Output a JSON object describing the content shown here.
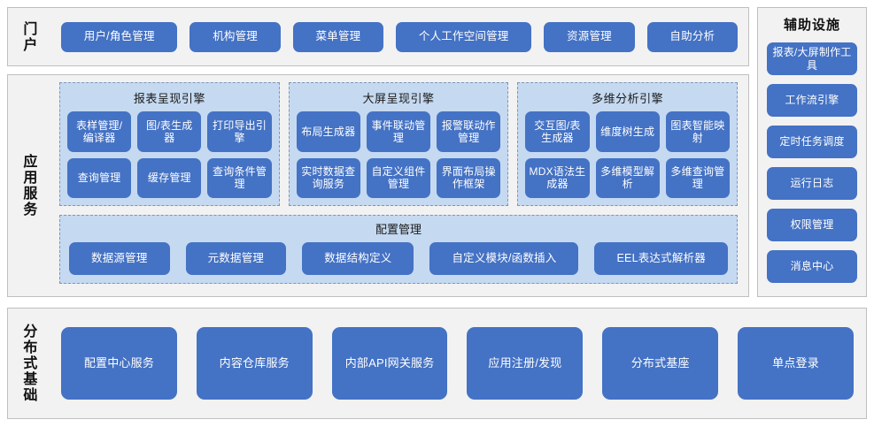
{
  "portal": {
    "label": "门户",
    "items": [
      "用户/角色管理",
      "机构管理",
      "菜单管理",
      "个人工作空间管理",
      "资源管理",
      "自助分析"
    ]
  },
  "aux": {
    "title": "辅助设施",
    "items": [
      "报表/大屏制作工具",
      "工作流引擎",
      "定时任务调度",
      "运行日志",
      "权限管理",
      "消息中心"
    ]
  },
  "app_services": {
    "label": "应用服务",
    "engines": [
      {
        "title": "报表呈现引擎",
        "items": [
          "表样管理/编译器",
          "图/表生成器",
          "打印导出引擎",
          "查询管理",
          "缓存管理",
          "查询条件管理"
        ]
      },
      {
        "title": "大屏呈现引擎",
        "items": [
          "布局生成器",
          "事件联动管理",
          "报警联动作管理",
          "实时数据查询服务",
          "自定义组件管理",
          "界面布局操作框架"
        ]
      },
      {
        "title": "多维分析引擎",
        "items": [
          "交互图/表生成器",
          "维度树生成",
          "图表智能映射",
          "MDX语法生成器",
          "多维模型解析",
          "多维查询管理"
        ]
      }
    ],
    "config": {
      "title": "配置管理",
      "items": [
        "数据源管理",
        "元数据管理",
        "数据结构定义",
        "自定义模块/函数插入",
        "EEL表达式解析器"
      ]
    }
  },
  "distributed": {
    "label": "分布式基础",
    "items": [
      "配置中心服务",
      "内容仓库服务",
      "内部API网关服务",
      "应用注册/发现",
      "分布式基座",
      "单点登录"
    ]
  },
  "colors": {
    "chip": "#4472C4",
    "panel": "#C5D9F1",
    "section_bg": "#F2F2F2",
    "section_border": "#BFBFBF",
    "panel_border": "#7D95B6"
  }
}
